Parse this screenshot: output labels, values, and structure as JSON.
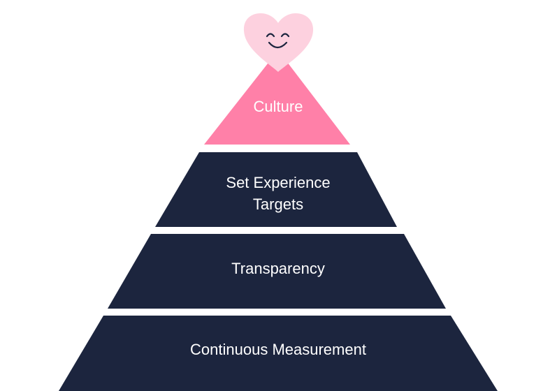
{
  "pyramid": {
    "tiers": [
      {
        "label_lines": [
          "Culture"
        ],
        "color": "#ff80a8"
      },
      {
        "label_lines": [
          "Set Experience",
          "Targets"
        ],
        "color": "#1c253e"
      },
      {
        "label_lines": [
          "Transparency"
        ],
        "color": "#1c253e"
      },
      {
        "label_lines": [
          "Continuous Measurement"
        ],
        "color": "#1c253e"
      }
    ]
  },
  "heart": {
    "icon": "smiling-heart-icon",
    "fill": "#fdd1df",
    "face_color": "#1c253e"
  },
  "colors": {
    "background": "#ffffff",
    "accent_pink": "#ff80a8",
    "navy": "#1c253e"
  }
}
